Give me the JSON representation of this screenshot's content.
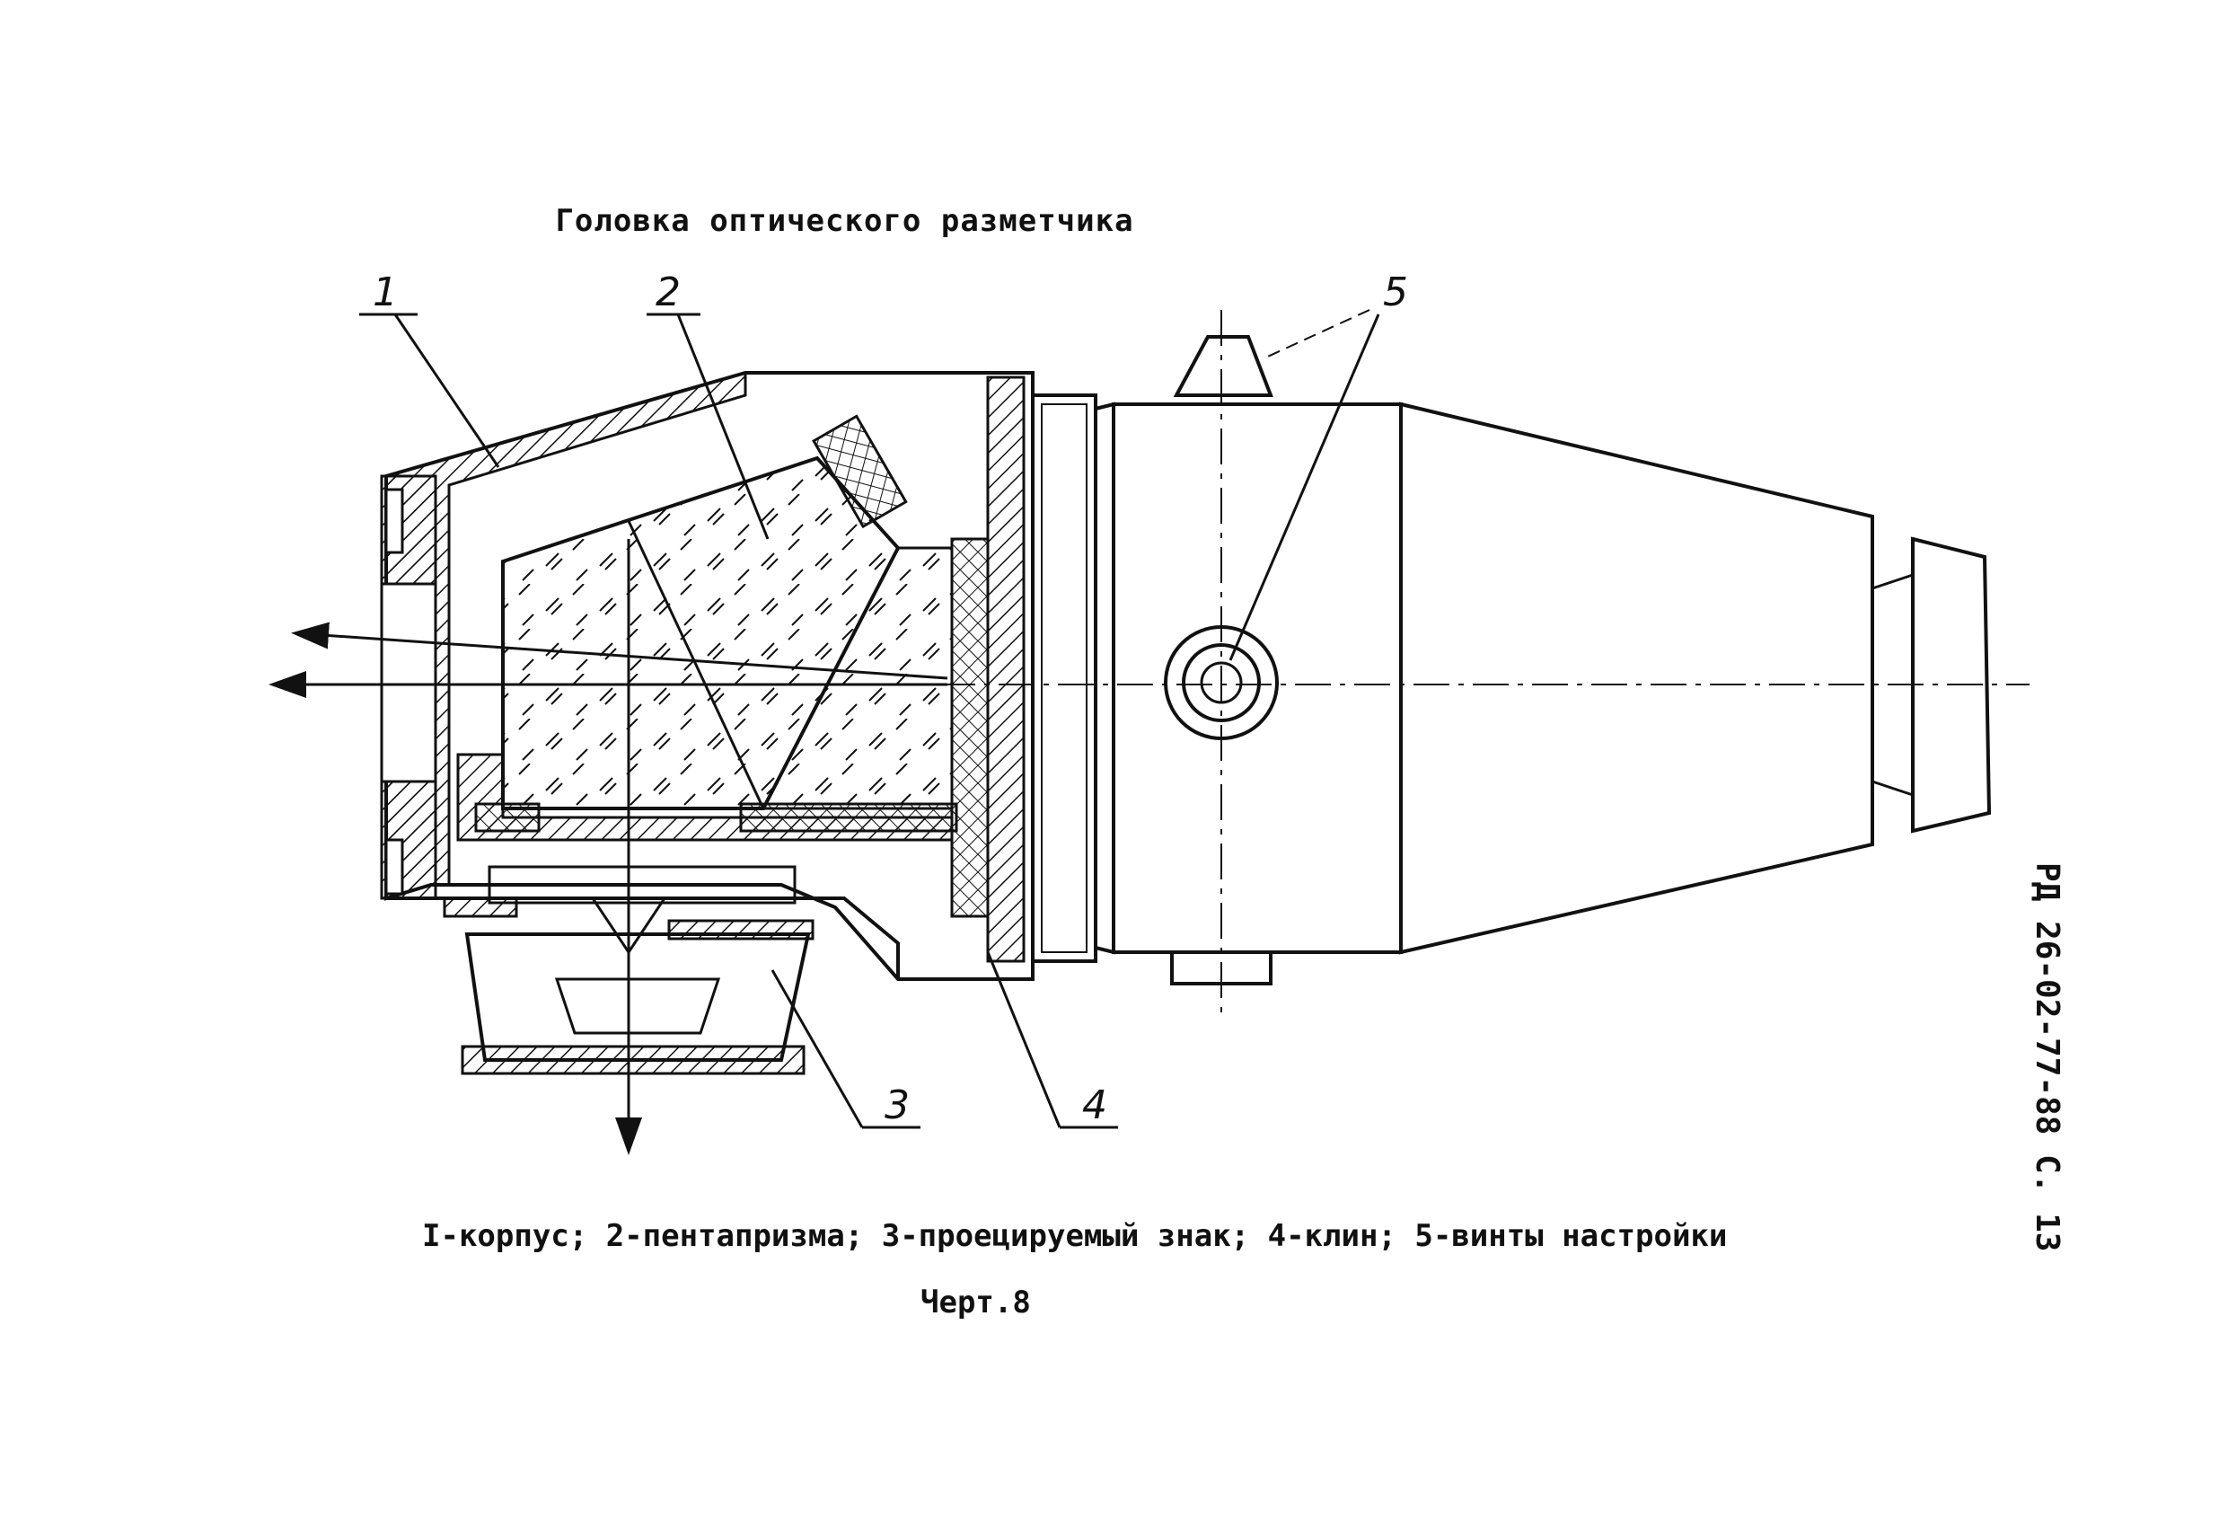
{
  "title": "Головка оптического разметчика",
  "caption": "I-корпус; 2-пентапризма; 3-проецируемый знак; 4-клин; 5-винты настройки",
  "chart_label": "Черт.8",
  "document_code": "РД 26-02-77-88 С. 13",
  "callouts": [
    "1",
    "2",
    "3",
    "4",
    "5"
  ],
  "colors": {
    "ink": "#111111",
    "paper": "#ffffff"
  }
}
